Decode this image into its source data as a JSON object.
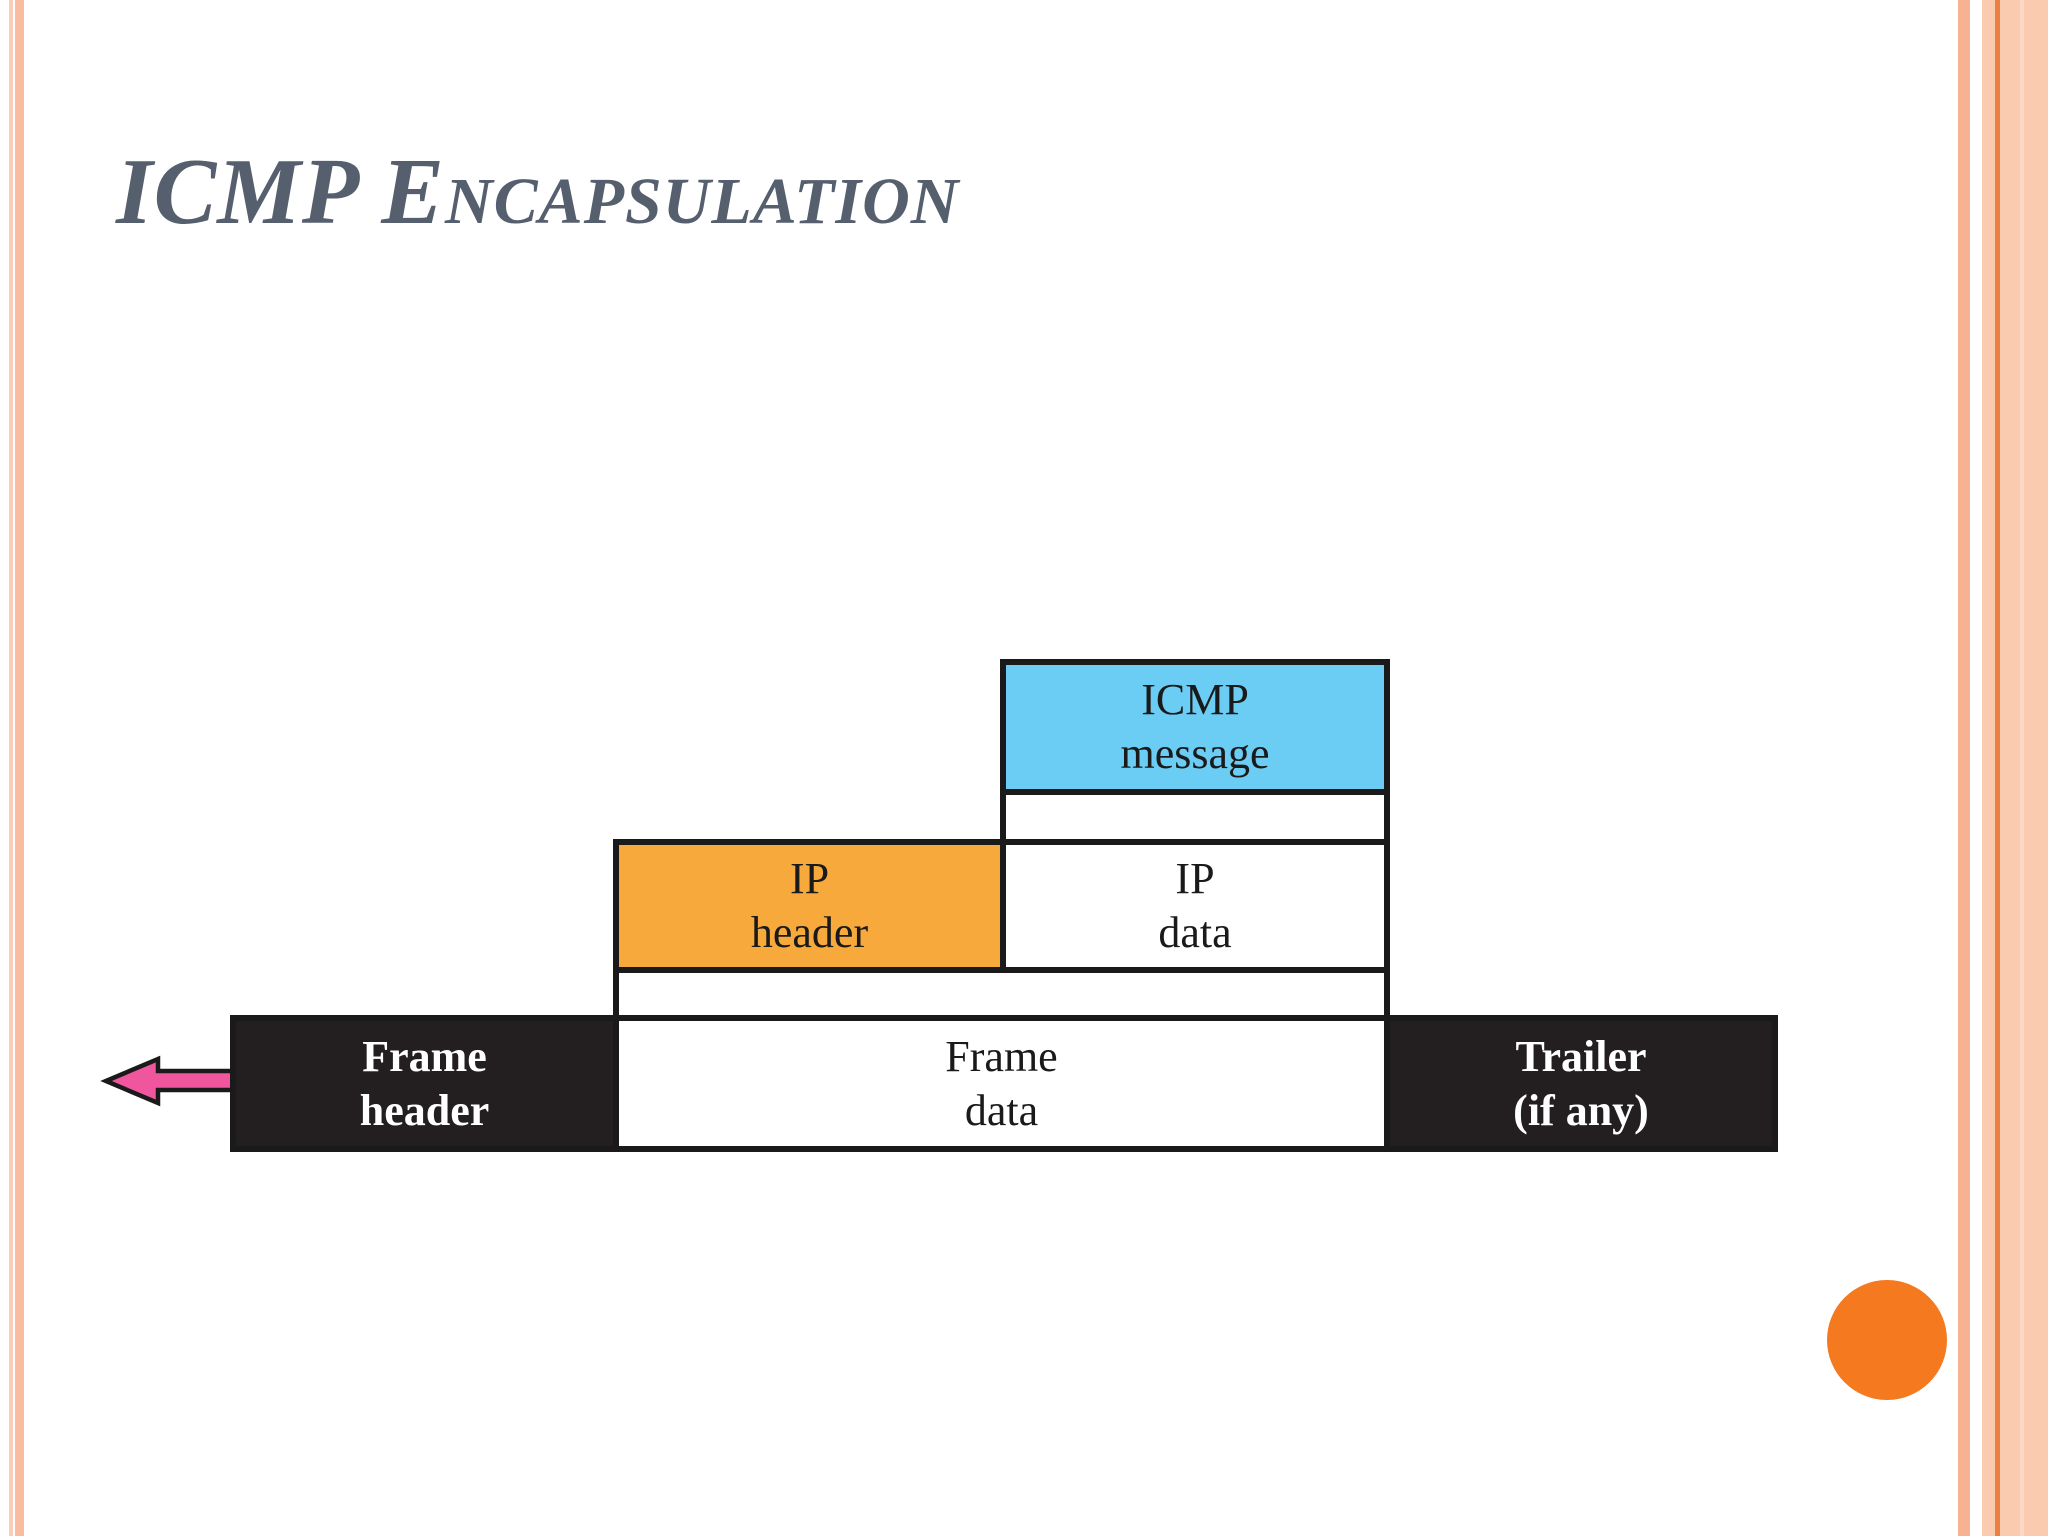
{
  "slide": {
    "title": "ICMP Encapsulation",
    "title_color": "#565f6e",
    "background_color": "#ffffff",
    "accent_circle_color": "#f4791f",
    "side_border_colors": {
      "left_thin_stripe": "#f9cdb8",
      "left_thick_stripe": "#f9bc9e",
      "right_stripe": "#f7b391",
      "right_band": "#fbcbb0",
      "right_band_dark_line": "#ed8040",
      "right_band_light_line": "#fdd8c6"
    }
  },
  "diagram": {
    "border_color": "#1a1a1a",
    "boxes": {
      "icmp_message": {
        "label": "ICMP\nmessage",
        "fill": "#6bcdf4",
        "text_color": "#1a1a1a"
      },
      "ip_header": {
        "label": "IP\nheader",
        "fill": "#f8a93c",
        "text_color": "#1a1a1a"
      },
      "ip_data": {
        "label": "IP\ndata",
        "fill": "#ffffff",
        "text_color": "#1a1a1a"
      },
      "frame_header": {
        "label": "Frame\nheader",
        "fill": "#231f20",
        "text_color": "#ffffff"
      },
      "frame_data": {
        "label": "Frame\ndata",
        "fill": "#ffffff",
        "text_color": "#1a1a1a"
      },
      "trailer": {
        "label": "Trailer\n(if any)",
        "fill": "#231f20",
        "text_color": "#ffffff"
      }
    },
    "arrow": {
      "direction": "left",
      "fill": "#f0569e",
      "outline": "#1a1a1a"
    }
  }
}
